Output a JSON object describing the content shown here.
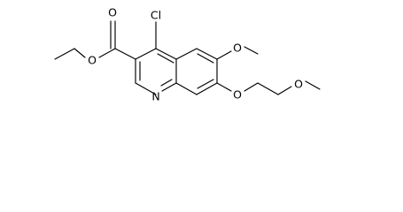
{
  "molecule": {
    "atoms": {
      "chlorine": "Cl",
      "ester_carbonyl_oxygen": "O",
      "ester_ether_oxygen": "O",
      "methoxy_oxygen": "O",
      "alkoxy_oxygen": "O",
      "terminal_methoxy_oxygen": "O",
      "ring_nitrogen": "N"
    }
  }
}
